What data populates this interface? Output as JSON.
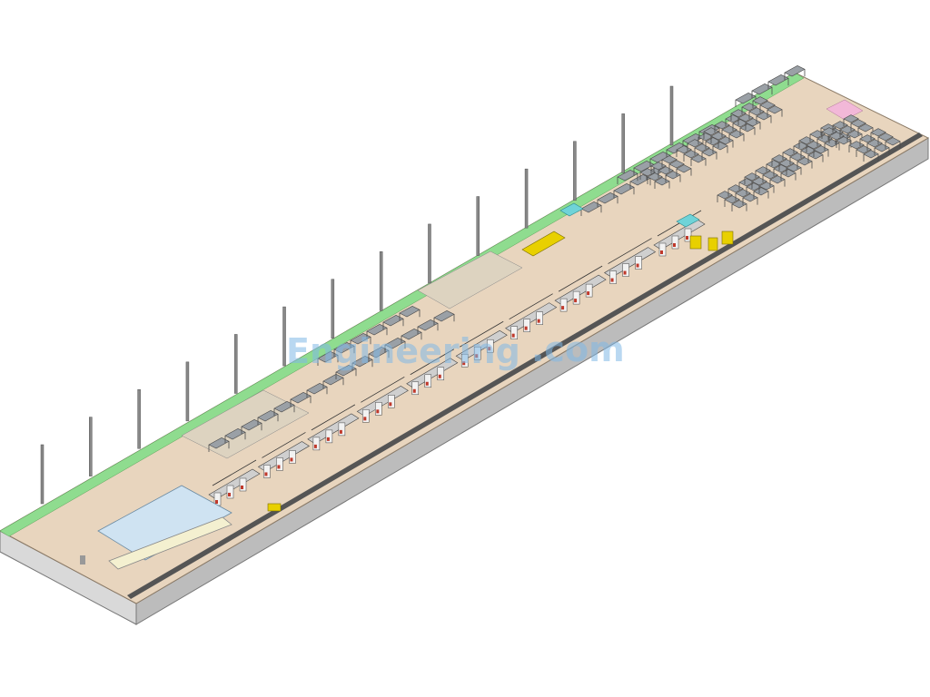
{
  "sign": {
    "text": ""
  },
  "watermark": {
    "text": "Engineering"
  },
  "colors": {
    "floor": "#e8d5be",
    "floor_edge": "#b8a48e",
    "platform_front": "#d9d9d9",
    "platform_side": "#bcbcbc",
    "green_strip": "#8fdc8f",
    "rail": "#555555",
    "column": "#888888",
    "bench_frame": "#4a4a4a",
    "bench_top": "#9aa0a6",
    "machine_white": "#f2f2f2",
    "machine_red": "#c0392b",
    "yellow_unit": "#e8d000",
    "cyan_unit": "#6fd3d8",
    "pink_pad": "#f2b8d8",
    "watermark": "#7fb8e6"
  },
  "scene": {
    "columns": 14,
    "front_line_modules": 10,
    "upper_bench_rows": 6,
    "right_bench_clusters": 8
  }
}
